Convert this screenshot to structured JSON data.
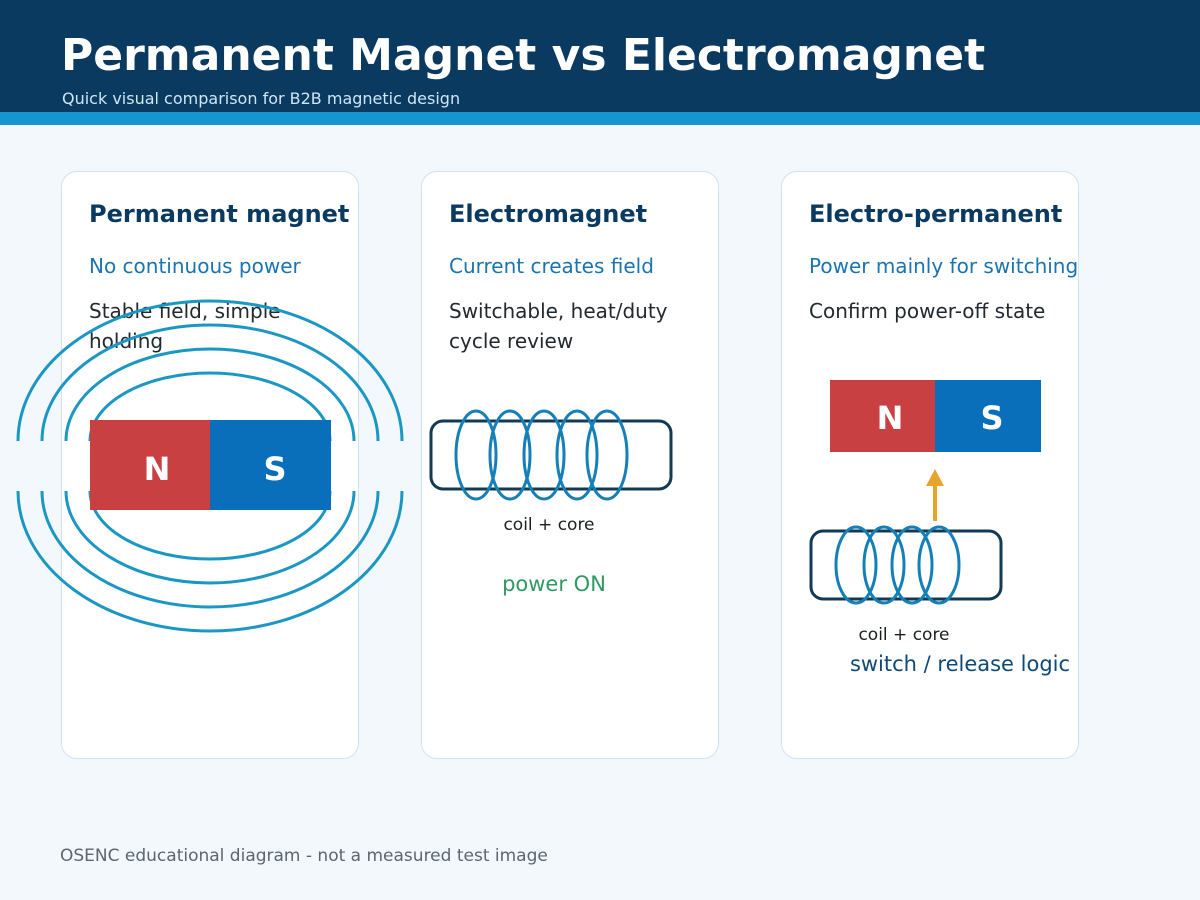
{
  "header": {
    "title": "Permanent Magnet vs Electromagnet",
    "subtitle": "Quick visual comparison for B2B magnetic design"
  },
  "cards": [
    {
      "title": "Permanent magnet",
      "subtitle": "No continuous power",
      "description": "Stable field, simple holding",
      "magnet": {
        "north": "N",
        "south": "S"
      }
    },
    {
      "title": "Electromagnet",
      "subtitle": "Current creates field",
      "description": "Switchable, heat/duty cycle review",
      "coil_label": "coil + core",
      "status": "power ON"
    },
    {
      "title": "Electro-permanent",
      "subtitle": "Power mainly for switching",
      "description": "Confirm power-off state",
      "magnet": {
        "north": "N",
        "south": "S"
      },
      "coil_label": "coil + core",
      "logic_label": "switch / release logic"
    }
  ],
  "footer": "OSENC educational diagram - not a measured test image",
  "colors": {
    "header_bg": "#0b3a61",
    "accent_stripe": "#1596cf",
    "north_pole": "#c94043",
    "south_pole": "#0a6fba",
    "field_lines": "#1b97c4",
    "coil": "#1580b7",
    "core_outline": "#123a55",
    "power_on": "#2e9a62",
    "arrow": "#e8a42a"
  }
}
